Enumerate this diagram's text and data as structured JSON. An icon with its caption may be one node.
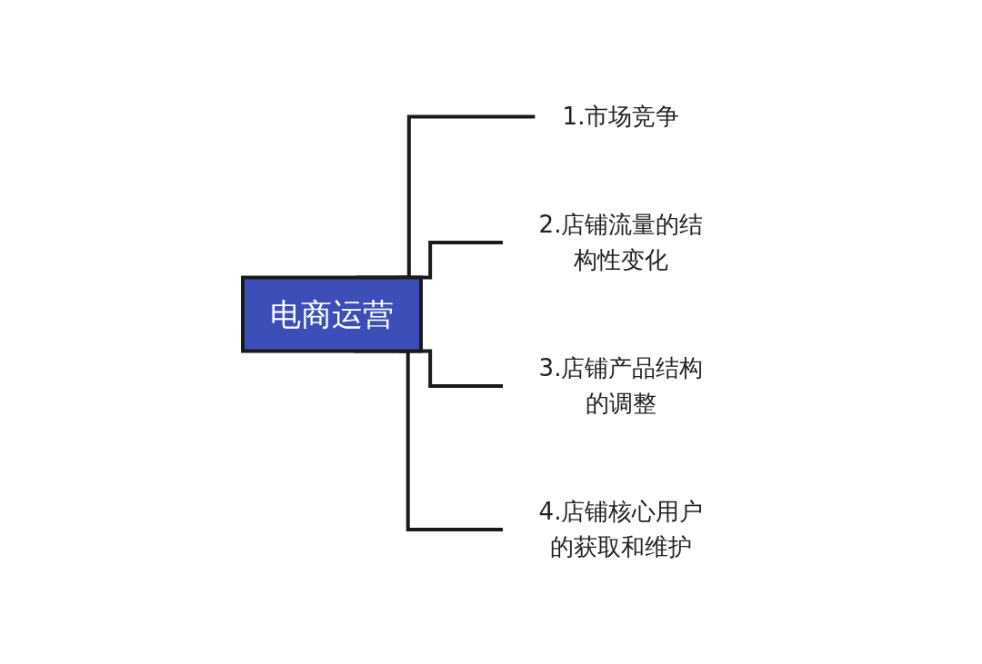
{
  "diagram": {
    "nodes": [
      {
        "text": [
          "电商运营"
        ]
      },
      {
        "text": [
          "1.市场竞争"
        ]
      },
      {
        "text": [
          "2.店铺流量的结构性变化"
        ]
      },
      {
        "text": [
          "3.店铺产品结构的调整"
        ]
      },
      {
        "text": [
          "4.店铺核心用户的获取和维护"
        ]
      }
    ],
    "edges": [
      {
        "from": 0,
        "to": 1,
        "arrow": "none"
      },
      {
        "from": 0,
        "to": 2,
        "arrow": "none"
      },
      {
        "from": 0,
        "to": 3,
        "arrow": "none"
      },
      {
        "from": 0,
        "to": 4,
        "arrow": "none"
      }
    ]
  }
}
